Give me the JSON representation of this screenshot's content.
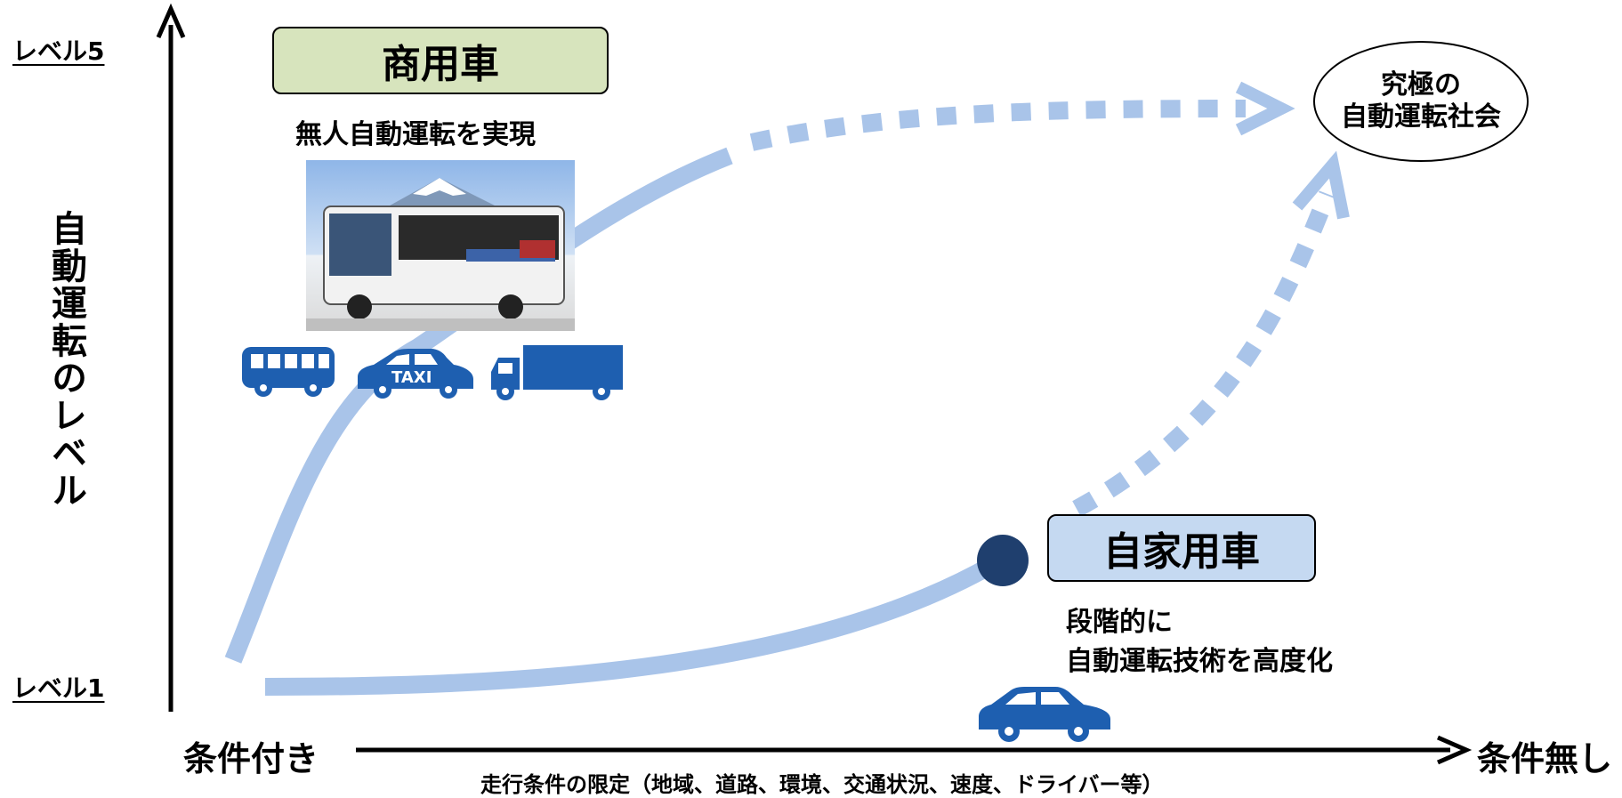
{
  "y_axis": {
    "title": "自動運転のレベル",
    "top_label": "レベル5",
    "bottom_label": "レベル1"
  },
  "x_axis": {
    "left_label": "条件付き",
    "right_label": "条件無し",
    "note": "走行条件の限定（地域、道路、環境、交通状況、速度、ドライバー等）"
  },
  "commercial": {
    "title": "商用車",
    "caption": "無人自動運転を実現",
    "icons": [
      "bus-icon",
      "taxi-icon",
      "truck-icon"
    ],
    "taxi_text": "TAXI"
  },
  "private": {
    "title": "自家用車",
    "caption_line1": "段階的に",
    "caption_line2": "自動運転技術を高度化",
    "icon": "car-icon"
  },
  "goal": {
    "line1": "究極の",
    "line2": "自動運転社会"
  },
  "colors": {
    "path": "#a9c4e9",
    "icon_blue": "#1e5fb0",
    "dot": "#1f3f6e",
    "commercial_box": "#d7e4bd",
    "private_box": "#c5d9f1"
  }
}
